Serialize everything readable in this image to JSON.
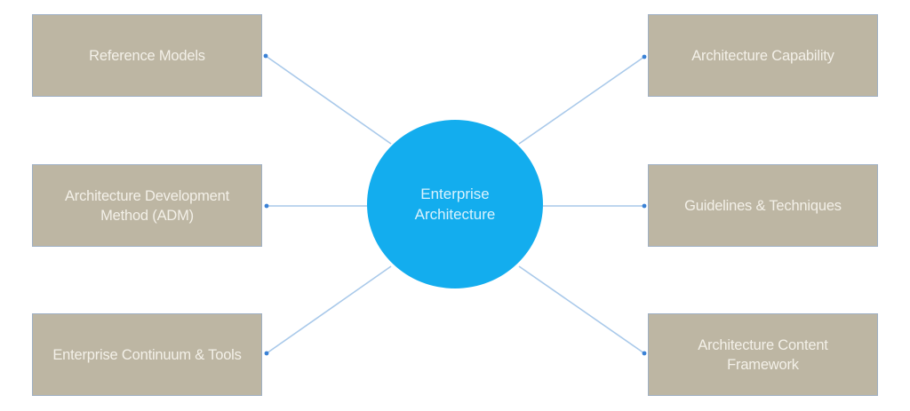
{
  "diagram": {
    "type": "hub-and-spoke",
    "center": {
      "label": "Enterprise Architecture",
      "color": "#13adee"
    },
    "nodes": [
      {
        "id": "tl",
        "position": "top-left",
        "label": "Reference Models"
      },
      {
        "id": "ml",
        "position": "middle-left",
        "label": "Architecture Development Method (ADM)"
      },
      {
        "id": "bl",
        "position": "bottom-left",
        "label": "Enterprise Continuum & Tools"
      },
      {
        "id": "tr",
        "position": "top-right",
        "label": "Architecture Capability"
      },
      {
        "id": "mr",
        "position": "middle-right",
        "label": "Guidelines & Techniques"
      },
      {
        "id": "br",
        "position": "bottom-right",
        "label": "Architecture Content Framework"
      }
    ],
    "edges": [
      {
        "from": "center",
        "to": "tl",
        "arrow": "to"
      },
      {
        "from": "center",
        "to": "ml",
        "arrow": "to"
      },
      {
        "from": "center",
        "to": "bl",
        "arrow": "to"
      },
      {
        "from": "center",
        "to": "tr",
        "arrow": "to"
      },
      {
        "from": "center",
        "to": "mr",
        "arrow": "to"
      },
      {
        "from": "center",
        "to": "br",
        "arrow": "to"
      }
    ],
    "colors": {
      "node_fill": "#bdb6a3",
      "node_border": "#9fb0c4",
      "node_text": "#f3f0e8",
      "hub_text": "#d9f2fd",
      "connector": "#a9c9ea",
      "arrowhead": "#3b82d6"
    }
  }
}
